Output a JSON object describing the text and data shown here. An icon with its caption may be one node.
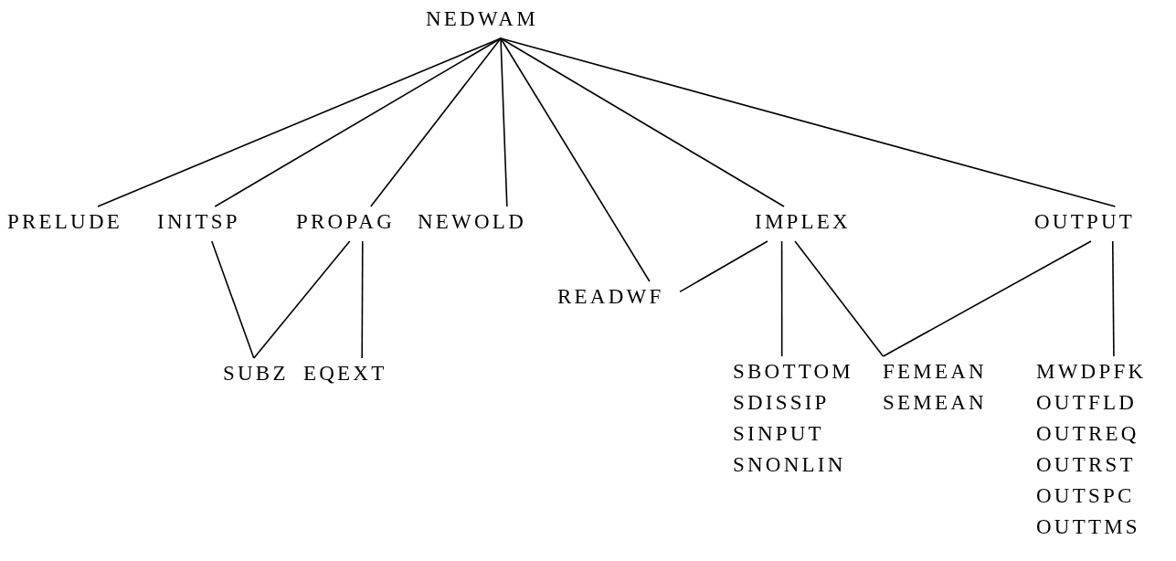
{
  "diagram": {
    "nodes": [
      {
        "text": [
          "NEDWAM"
        ]
      },
      {
        "text": [
          "PRELUDE"
        ]
      },
      {
        "text": [
          "INITSP"
        ]
      },
      {
        "text": [
          "PROPAG"
        ]
      },
      {
        "text": [
          "NEWOLD"
        ]
      },
      {
        "text": [
          "READWF"
        ]
      },
      {
        "text": [
          "IMPLEX"
        ]
      },
      {
        "text": [
          "OUTPUT"
        ]
      },
      {
        "text": [
          "SUBZ"
        ]
      },
      {
        "text": [
          "EQEXT"
        ]
      },
      {
        "text": [
          "SBOTTOM",
          "SDISSIP",
          "SINPUT",
          "SNONLIN"
        ]
      },
      {
        "text": [
          "FEMEAN",
          "SEMEAN"
        ]
      },
      {
        "text": [
          "MWDPFK",
          "OUTFLD",
          "OUTREQ",
          "OUTRST",
          "OUTSPC",
          "OUTTMS"
        ]
      }
    ],
    "edges": [
      {
        "from": 0,
        "to": 1,
        "arrow": "none"
      },
      {
        "from": 0,
        "to": 2,
        "arrow": "none"
      },
      {
        "from": 0,
        "to": 3,
        "arrow": "none"
      },
      {
        "from": 0,
        "to": 4,
        "arrow": "none"
      },
      {
        "from": 0,
        "to": 5,
        "arrow": "none"
      },
      {
        "from": 0,
        "to": 6,
        "arrow": "none"
      },
      {
        "from": 0,
        "to": 7,
        "arrow": "none"
      },
      {
        "from": 2,
        "to": 8,
        "arrow": "none"
      },
      {
        "from": 3,
        "to": 8,
        "arrow": "none"
      },
      {
        "from": 3,
        "to": 9,
        "arrow": "none"
      },
      {
        "from": 6,
        "to": 5,
        "arrow": "none"
      },
      {
        "from": 6,
        "to": 10,
        "arrow": "none"
      },
      {
        "from": 6,
        "to": 11,
        "arrow": "none"
      },
      {
        "from": 7,
        "to": 11,
        "arrow": "none"
      },
      {
        "from": 7,
        "to": 12,
        "arrow": "none"
      }
    ]
  }
}
